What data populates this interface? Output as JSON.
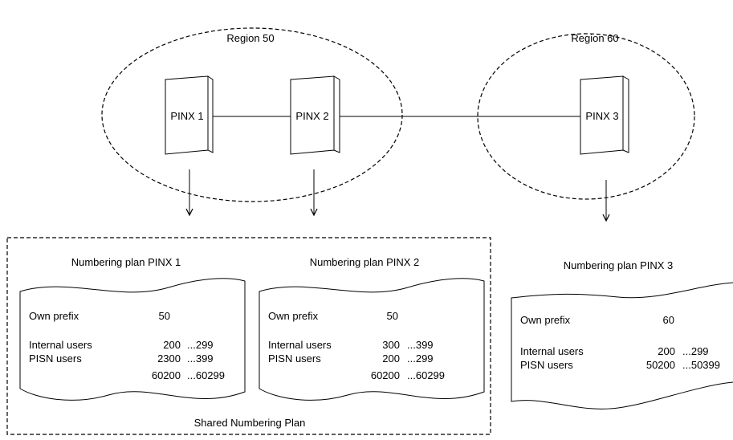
{
  "regions": [
    {
      "label": "Region 50"
    },
    {
      "label": "Region 60"
    }
  ],
  "pinx": [
    {
      "label": "PINX 1"
    },
    {
      "label": "PINX 2"
    },
    {
      "label": "PINX 3"
    }
  ],
  "plans": [
    {
      "title": "Numbering plan PINX 1",
      "own_prefix_label": "Own prefix",
      "own_prefix_value": "50",
      "internal_label": "Internal users",
      "internal_from": "200",
      "internal_to": "...299",
      "pisn_label": "PISN users",
      "pisn_rows": [
        {
          "from": "2300",
          "to": "...399"
        },
        {
          "from": "60200",
          "to": "...60299"
        }
      ]
    },
    {
      "title": "Numbering plan PINX 2",
      "own_prefix_label": "Own prefix",
      "own_prefix_value": "50",
      "internal_label": "Internal users",
      "internal_from": "300",
      "internal_to": "...399",
      "pisn_label": "PISN users",
      "pisn_rows": [
        {
          "from": "200",
          "to": "...299"
        },
        {
          "from": "60200",
          "to": "...60299"
        }
      ]
    },
    {
      "title": "Numbering plan PINX 3",
      "own_prefix_label": "Own prefix",
      "own_prefix_value": "60",
      "internal_label": "Internal users",
      "internal_from": "200",
      "internal_to": "...299",
      "pisn_label": "PISN users",
      "pisn_rows": [
        {
          "from": "50200",
          "to": "...50399"
        }
      ]
    }
  ],
  "shared_plan_label": "Shared Numbering Plan"
}
